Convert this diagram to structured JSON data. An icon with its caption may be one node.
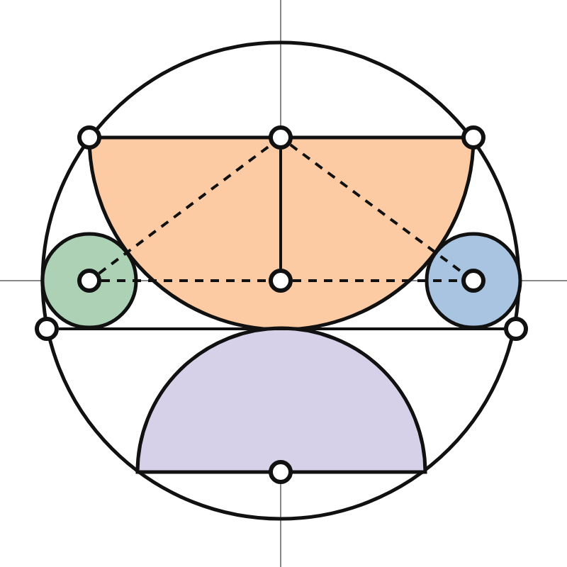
{
  "diagram": {
    "nodes": [
      {
        "text": [],
        "shape": "circle"
      },
      {
        "text": [],
        "shape": "semicircle",
        "in": 0
      },
      {
        "text": [],
        "shape": "circle",
        "in": 0
      },
      {
        "text": [],
        "shape": "circle",
        "in": 0
      },
      {
        "text": [],
        "shape": "semicircle",
        "in": 0
      },
      {
        "text": [],
        "shape": "circle"
      },
      {
        "text": [],
        "shape": "circle",
        "in": 0
      },
      {
        "text": [],
        "shape": "circle"
      },
      {
        "text": [],
        "shape": "circle",
        "in": 2
      },
      {
        "text": [],
        "shape": "circle",
        "in": 1
      },
      {
        "text": [],
        "shape": "circle",
        "in": 3
      },
      {
        "text": [],
        "shape": "circle"
      },
      {
        "text": [],
        "shape": "circle"
      },
      {
        "text": [],
        "shape": "circle",
        "in": 0
      }
    ],
    "edges": [
      {
        "from": 8,
        "to": 6,
        "arrow": "none",
        "style": "dashed"
      },
      {
        "from": 6,
        "to": 10,
        "arrow": "none",
        "style": "dashed"
      },
      {
        "from": 8,
        "to": 9,
        "arrow": "none",
        "style": "dashed"
      },
      {
        "from": 9,
        "to": 10,
        "arrow": "none",
        "style": "dashed"
      },
      {
        "from": 6,
        "to": 9,
        "arrow": "none"
      },
      {
        "from": 11,
        "to": 12,
        "arrow": "none"
      }
    ]
  }
}
